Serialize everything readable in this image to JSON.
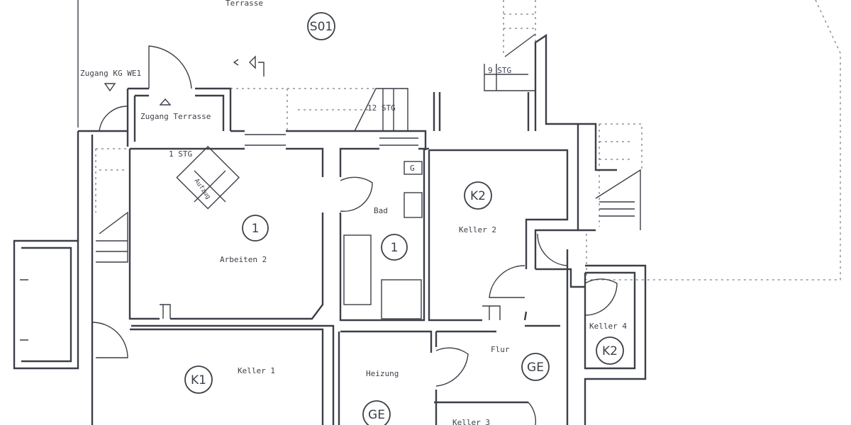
{
  "plan": {
    "labels": {
      "terrasse": "Terrasse",
      "zugang_kg": "Zugang KG WE1",
      "zugang_terrasse": "Zugang Terrasse",
      "stg_1": "1 STG",
      "stg_12": "12 STG",
      "stg_9": "9 STG",
      "aufzug": "Aufzug",
      "arbeiten": "Arbeiten 2",
      "bad": "Bad",
      "keller2": "Keller 2",
      "keller4": "Keller 4",
      "flur": "Flur",
      "keller1": "Keller 1",
      "heizung": "Heizung",
      "keller3": "Keller 3",
      "wc_mark": "G"
    },
    "tags": {
      "s01": "S01",
      "arbeiten": "1",
      "bad": "1",
      "keller2": "K2",
      "keller4": "K2",
      "flur": "GE",
      "keller1": "K1",
      "heizung": "GE"
    }
  }
}
